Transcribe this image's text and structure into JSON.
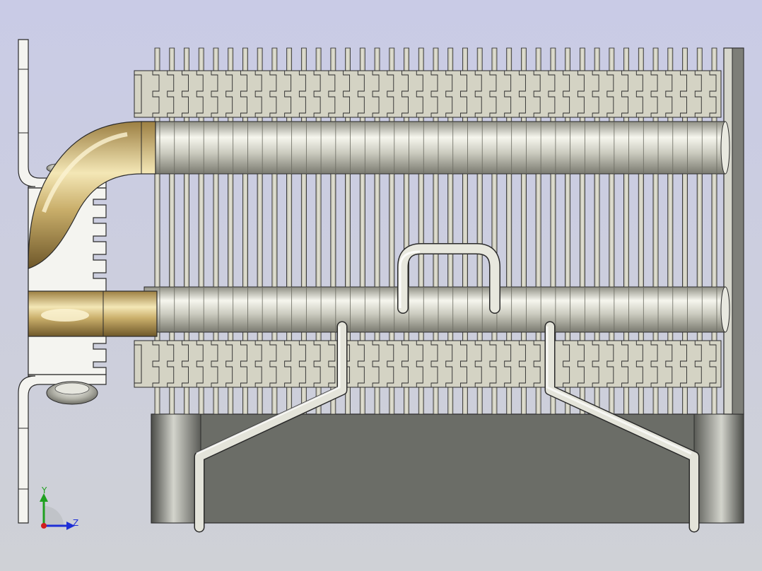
{
  "colors": {
    "background_top": "#c9cbe6",
    "background_bottom": "#cfd1d6",
    "fin_face": "#d9d8ca",
    "fin_shade": "#b6b5a4",
    "fin_outline": "#2a2a2a",
    "copper_light": "#f4e7b6",
    "copper_mid": "#c9ae6a",
    "copper_dark": "#7a6232",
    "silver_light": "#f6f6ee",
    "silver_mid": "#cbcbbf",
    "silver_dark": "#8f8f84",
    "base_face": "#6b6d67",
    "base_light": "#c7c8c0",
    "base_dark": "#3f403c",
    "bracket_face": "#f4f4f0",
    "axis_y": "#1fa01f",
    "axis_z": "#1e2fd6",
    "axis_x": "#d01e1e",
    "axis_label_y": "#1fa01f",
    "axis_label_z": "#1e2fd6"
  },
  "fins": {
    "count": 39
  },
  "triad": {
    "y_label": "Y",
    "z_label": "Z"
  }
}
